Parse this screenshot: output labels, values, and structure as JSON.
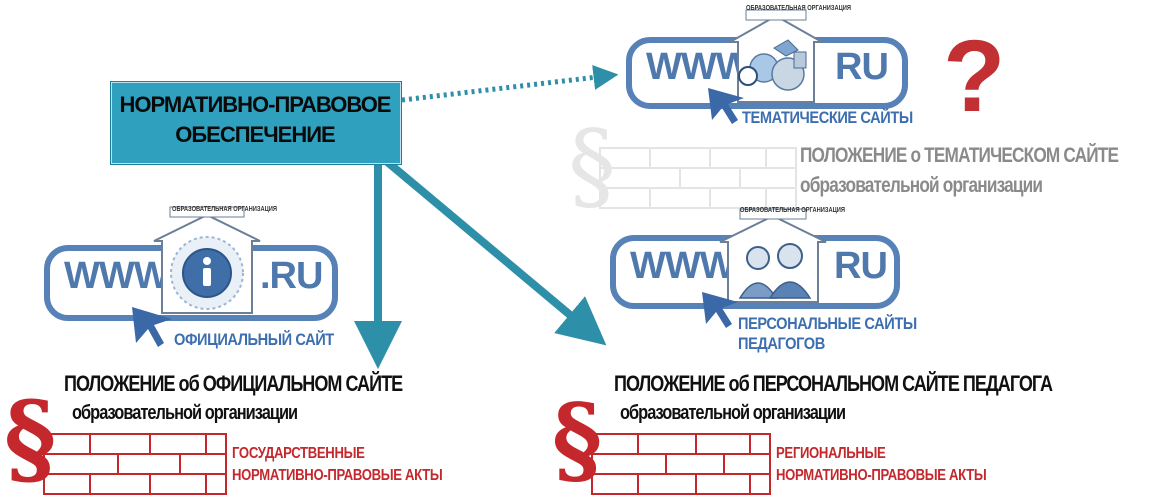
{
  "central": {
    "line1": "НОРМАТИВНО-ПРАВОВОЕ",
    "line2": "ОБЕСПЕЧЕНИЕ"
  },
  "site": {
    "www": "WWW.",
    "ru": "RU",
    "ru_dot": ".RU",
    "org_banner": "ОБРАЗОВАТЕЛЬНАЯ ОРГАНИЗАЦИЯ"
  },
  "official": {
    "caption": "ОФИЦИАЛЬНЫЙ САЙТ",
    "regulation_line1": "ПОЛОЖЕНИЕ об ОФИЦИАЛЬНОМ САЙТЕ",
    "regulation_line2": "образовательной организации",
    "acts_line1": "ГОСУДАРСТВЕННЫЕ",
    "acts_line2": "НОРМАТИВНО-ПРАВОВЫЕ АКТЫ"
  },
  "thematic": {
    "caption": "ТЕМАТИЧЕСКИЕ САЙТЫ",
    "regulation_line1": "ПОЛОЖЕНИЕ о ТЕМАТИЧЕСКОМ САЙТЕ",
    "regulation_line2": "образовательной организации",
    "question_mark": "?"
  },
  "personal": {
    "caption_line1": "ПЕРСОНАЛЬНЫЕ САЙТЫ",
    "caption_line2": "ПЕДАГОГОВ",
    "regulation_line1": "ПОЛОЖЕНИЕ об ПЕРСОНАЛЬНОМ САЙТЕ ПЕДАГОГА",
    "regulation_line2": "образовательной организации",
    "acts_line1": "РЕГИОНАЛЬНЫЕ",
    "acts_line2": "НОРМАТИВНО-ПРАВОВЫЕ АКТЫ"
  },
  "symbols": {
    "section": "§"
  },
  "colors": {
    "accent_box": "#2fa1bf",
    "arrow": "#2d8fa8",
    "site_blue": "#4f79ad",
    "act_red": "#c4282c",
    "grey_text": "#8a8a8a"
  }
}
